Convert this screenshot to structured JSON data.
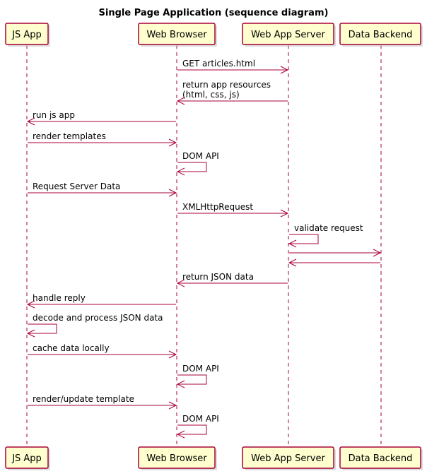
{
  "title": "Single Page Application (sequence diagram)",
  "participants": [
    {
      "id": "js",
      "label": "JS App"
    },
    {
      "id": "browser",
      "label": "Web Browser"
    },
    {
      "id": "server",
      "label": "Web App Server"
    },
    {
      "id": "backend",
      "label": "Data Backend"
    }
  ],
  "messages": [
    {
      "from": "browser",
      "to": "server",
      "lines": [
        "GET articles.html"
      ]
    },
    {
      "from": "server",
      "to": "browser",
      "lines": [
        "return app resources",
        "(html, css, js)"
      ]
    },
    {
      "from": "browser",
      "to": "js",
      "lines": [
        "run js app"
      ]
    },
    {
      "from": "js",
      "to": "browser",
      "lines": [
        "render templates"
      ]
    },
    {
      "from": "browser",
      "to": "browser",
      "lines": [
        "DOM API"
      ]
    },
    {
      "from": "js",
      "to": "browser",
      "lines": [
        "Request Server Data"
      ]
    },
    {
      "from": "browser",
      "to": "server",
      "lines": [
        "XMLHttpRequest"
      ]
    },
    {
      "from": "server",
      "to": "server",
      "lines": [
        "validate request"
      ]
    },
    {
      "from": "server",
      "to": "backend",
      "lines": []
    },
    {
      "from": "backend",
      "to": "server",
      "lines": []
    },
    {
      "from": "server",
      "to": "browser",
      "lines": [
        "return JSON data"
      ]
    },
    {
      "from": "browser",
      "to": "js",
      "lines": [
        "handle reply"
      ]
    },
    {
      "from": "js",
      "to": "js",
      "lines": [
        "decode and process JSON data"
      ]
    },
    {
      "from": "js",
      "to": "browser",
      "lines": [
        "cache data locally"
      ]
    },
    {
      "from": "browser",
      "to": "browser",
      "lines": [
        "DOM API"
      ]
    },
    {
      "from": "js",
      "to": "browser",
      "lines": [
        "render/update template"
      ]
    },
    {
      "from": "browser",
      "to": "browser",
      "lines": [
        "DOM API"
      ]
    }
  ],
  "colors": {
    "participant_fill": "#FEFECE",
    "border": "#A80036",
    "background": "#FFFFFF"
  }
}
